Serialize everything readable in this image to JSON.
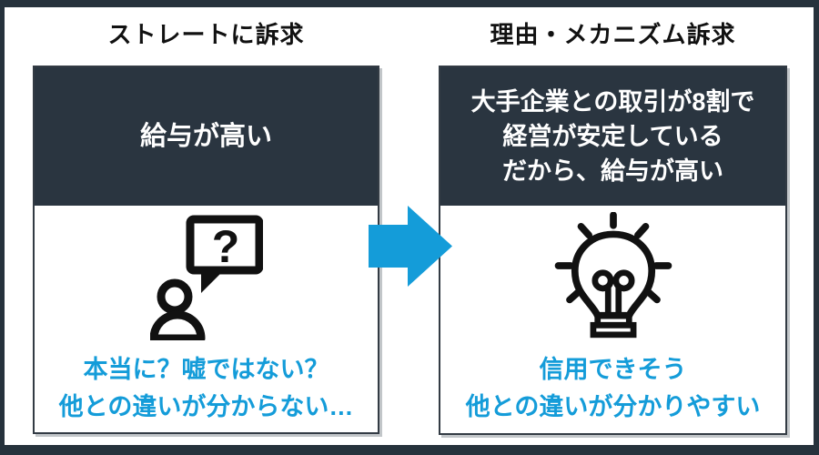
{
  "colors": {
    "frame": "#26323C",
    "header_bg": "#2A3540",
    "accent_blue": "#149CD9",
    "panel_border": "#333B44",
    "shadow": "#C2C6C9",
    "title_text": "#111111",
    "header_text": "#FFFFFF",
    "icon_color": "#111111"
  },
  "left": {
    "title": "ストレートに訴求",
    "claim": "給与が高い",
    "icon": "question-speech-person",
    "reaction_lines": {
      "0": "本当に？嘘ではない？",
      "1": "他との違いが分からない…"
    }
  },
  "right": {
    "title": "理由・メカニズム訴求",
    "claim_lines": {
      "0": "大手企業との取引が8割で",
      "1": "経営が安定している",
      "2": "だから、給与が高い"
    },
    "icon": "lightbulb",
    "reaction_lines": {
      "0": "信用できそう",
      "1": "他との違いが分かりやすい"
    }
  },
  "arrow": {
    "direction": "right"
  }
}
